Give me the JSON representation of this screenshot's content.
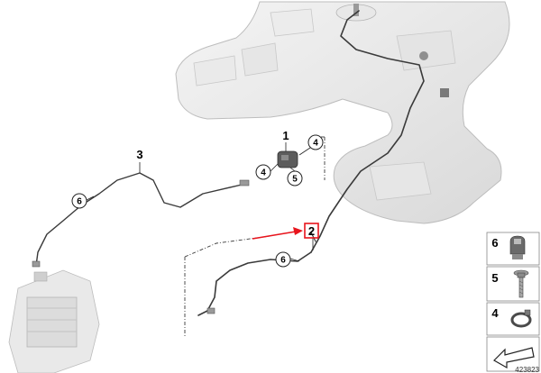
{
  "callouts": {
    "part_1": "1",
    "part_2": "2",
    "part_3": "3",
    "part_4_a": "4",
    "part_4_b": "4",
    "part_5": "5",
    "part_6_a": "6",
    "part_6_b": "6"
  },
  "legend": [
    {
      "number": "6",
      "icon": "hose-clip-icon"
    },
    {
      "number": "5",
      "icon": "bolt-icon"
    },
    {
      "number": "4",
      "icon": "hose-clamp-icon"
    }
  ],
  "highlight_color": "#e8141c",
  "doc_number": "423823"
}
